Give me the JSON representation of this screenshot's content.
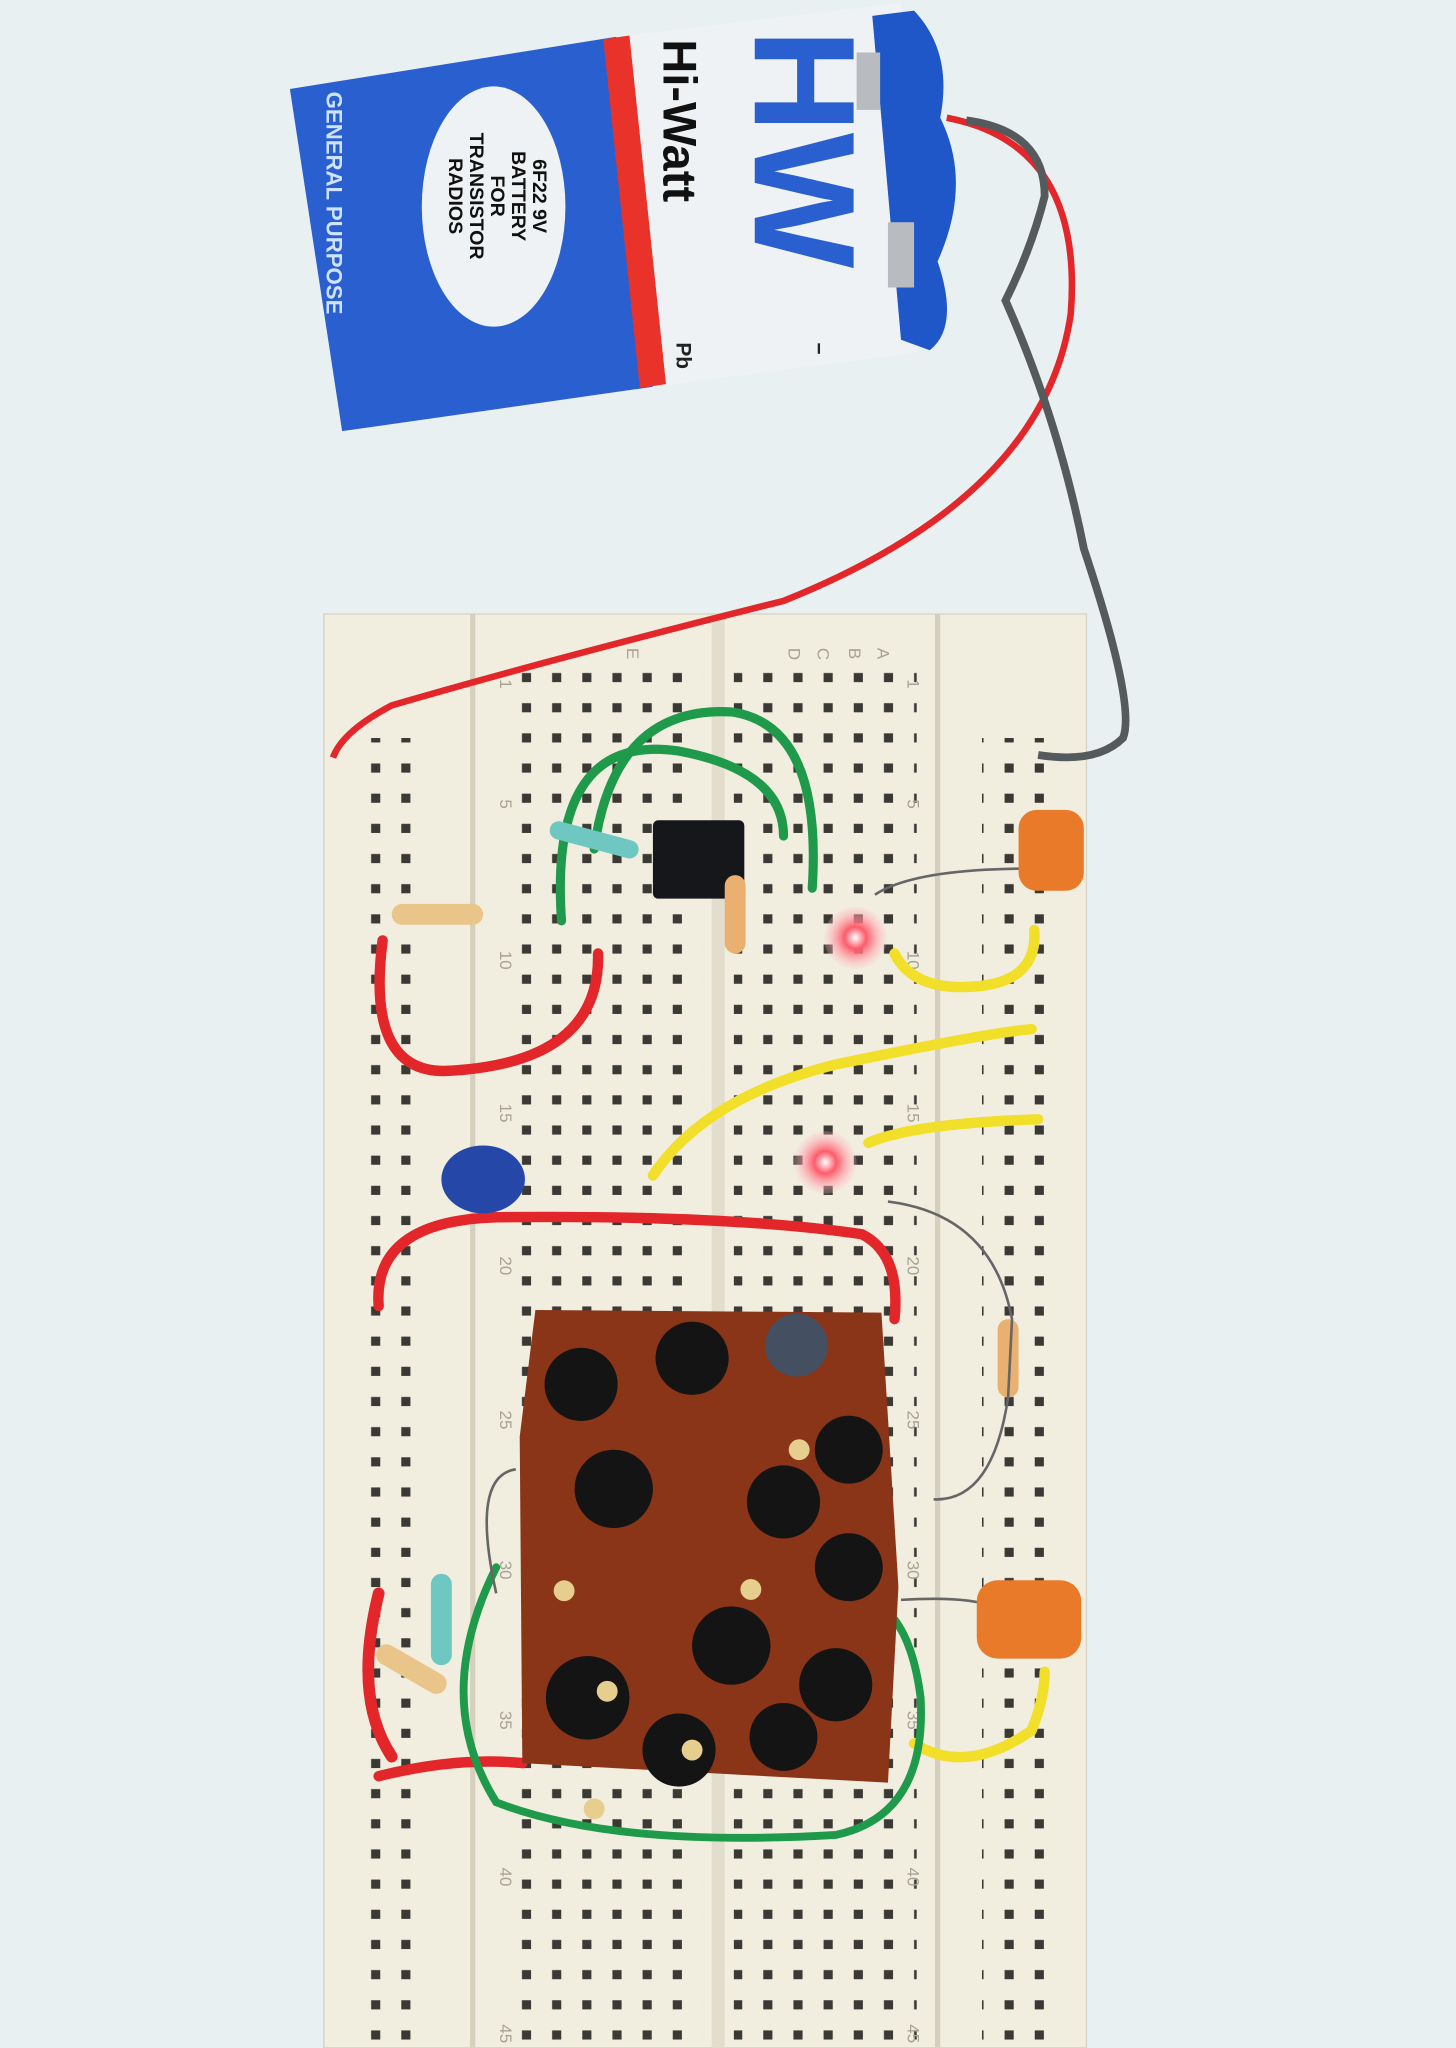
{
  "battery": {
    "brand_logo": "HW",
    "brand_name": "Hi-Watt",
    "model_line1": "6F22 9V",
    "model_line2": "BATTERY",
    "model_line3": "FOR",
    "model_line4": "TRANSISTOR",
    "model_line5": "RADIOS",
    "category": "GENERAL PURPOSE",
    "pb_mark": "Pb",
    "minus_mark": "−",
    "colors": {
      "blue": "#2a5fd0",
      "red": "#e8322a",
      "white": "#eef2f4"
    }
  },
  "breadboard": {
    "column_letters_left": [
      "E",
      "D",
      "C",
      "B",
      "A"
    ],
    "row_numbers": [
      "1",
      "5",
      "10",
      "15",
      "20",
      "25",
      "30",
      "35",
      "40",
      "45"
    ]
  },
  "wires": {
    "colors": {
      "red": "#e3262a",
      "green": "#1f9a4a",
      "yellow": "#f2df2a",
      "gray": "#555a5c"
    }
  }
}
